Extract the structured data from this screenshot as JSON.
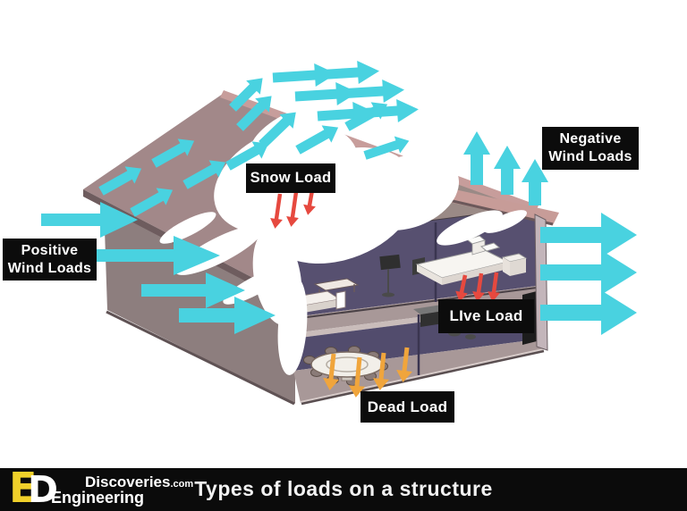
{
  "title": "Types of loads on a structure",
  "labels": {
    "snow_load": "Snow Load",
    "positive_wind_line1": "Positive",
    "positive_wind_line2": "Wind Loads",
    "negative_wind_line1": "Negative",
    "negative_wind_line2": "Wind Loads",
    "live_load": "LIve Load",
    "dead_load": "Dead Load"
  },
  "loads": [
    {
      "name": "Snow Load",
      "arrow_color": "red",
      "direction": "down",
      "location": "roof"
    },
    {
      "name": "Positive Wind Loads",
      "arrow_color": "cyan",
      "direction": "right",
      "location": "windward wall"
    },
    {
      "name": "Negative Wind Loads",
      "arrow_color": "cyan",
      "direction": "up-and-right",
      "location": "roof suction / leeward wall"
    },
    {
      "name": "LIve Load",
      "arrow_color": "red",
      "direction": "down",
      "location": "furniture on upper floor"
    },
    {
      "name": "Dead Load",
      "arrow_color": "orange",
      "direction": "down",
      "location": "structure ground floor"
    }
  ],
  "footer": {
    "logo_letter_e": "E",
    "logo_letter_d": "D",
    "brand_line1": "Discoveries",
    "brand_suffix": ".com",
    "brand_line2": "Engineering",
    "title": "Types of loads on a structure"
  },
  "colors": {
    "arrow_cyan": "#49d2e0",
    "arrow_red": "#e6493f",
    "arrow_orange": "#f0a53c",
    "roof_mauve": "#a28889",
    "roof_gray": "#9a8a86",
    "wall_taupe": "#8d7e7e",
    "interior_purple": "#575070",
    "floor_taupe": "#a89898",
    "label_bg": "#0c0c0c",
    "label_text": "#ffffff",
    "footer_bg": "#0b0b0b",
    "logo_yellow": "#f0d02a",
    "snow": "#ffffff"
  }
}
